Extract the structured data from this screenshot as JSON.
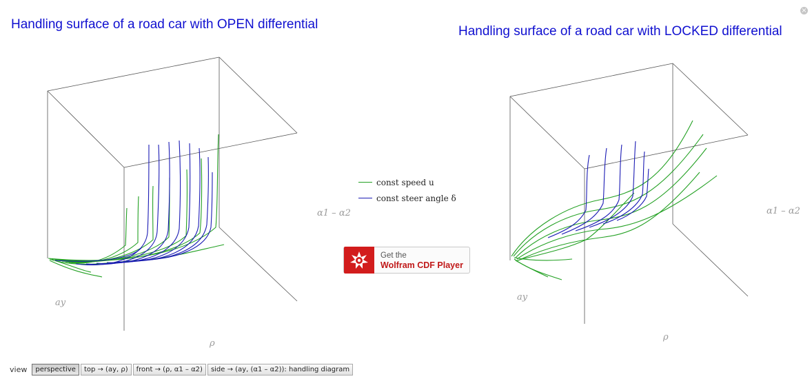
{
  "titles": {
    "left": "Handling surface of a road car with OPEN differential",
    "right": "Handling surface of a road car with LOCKED differential"
  },
  "legend": [
    {
      "label": "const speed u",
      "color": "#22a022"
    },
    {
      "label": "const steer angle δ",
      "color": "#1a1ab4"
    }
  ],
  "axis_labels": {
    "ay": "ay",
    "rho": "ρ",
    "alpha": "α1 – α2"
  },
  "cdf_badge": {
    "get": "Get the",
    "name": "Wolfram CDF Player"
  },
  "close_glyph": "×",
  "view_bar": {
    "label": "view",
    "buttons": [
      {
        "label": "perspective",
        "active": true
      },
      {
        "label": "top → (ay, ρ)",
        "active": false
      },
      {
        "label": "front → (ρ, α1 – α2)",
        "active": false
      },
      {
        "label": "side → (ay, (α1 – α2)): handling diagram",
        "active": false
      }
    ]
  },
  "chart_data": [
    {
      "type": "line",
      "title": "Handling surface of a road car with OPEN differential",
      "axes": [
        "ay",
        "ρ",
        "α1 – α2"
      ],
      "grid": false,
      "legend_position": "right",
      "series": [
        {
          "name": "const speed u",
          "color": "#22a022",
          "curve_count": 10
        },
        {
          "name": "const steer angle δ",
          "color": "#1a1ab4",
          "curve_count": 9
        }
      ]
    },
    {
      "type": "line",
      "title": "Handling surface of a road car with LOCKED differential",
      "axes": [
        "ay",
        "ρ",
        "α1 – α2"
      ],
      "grid": false,
      "legend_position": "right",
      "series": [
        {
          "name": "const speed u",
          "color": "#22a022",
          "curve_count": 9
        },
        {
          "name": "const steer angle δ",
          "color": "#1a1ab4",
          "curve_count": 6
        }
      ]
    }
  ]
}
